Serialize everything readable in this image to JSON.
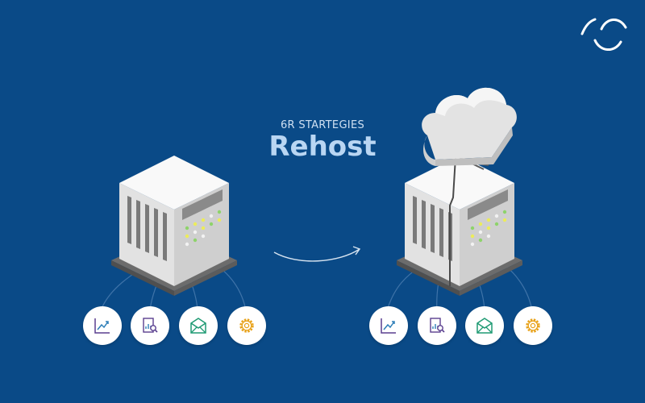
{
  "header": {
    "subtitle": "6R STARTEGIES",
    "title": "Rehost"
  },
  "colors": {
    "background": "#0a4a87",
    "server_top": "#f7f7f7",
    "server_side": "#d9d9d9",
    "vent": "#808080",
    "led_green": "#8ed36b",
    "led_yellow": "#ecec5a",
    "icon_purple": "#5a3f8f",
    "icon_blue": "#2e7fb8",
    "icon_green": "#1f9a73",
    "icon_orange": "#e8a21a"
  },
  "diagram": {
    "left_server": {
      "icons": [
        "chart-line-icon",
        "report-search-icon",
        "mail-icon",
        "gear-icon"
      ]
    },
    "right_server": {
      "connected_to": "cloud-icon",
      "icons": [
        "chart-line-icon",
        "report-search-icon",
        "mail-icon",
        "gear-icon"
      ]
    },
    "arrow": "left-to-right"
  },
  "logo": "brand-logo-icon"
}
